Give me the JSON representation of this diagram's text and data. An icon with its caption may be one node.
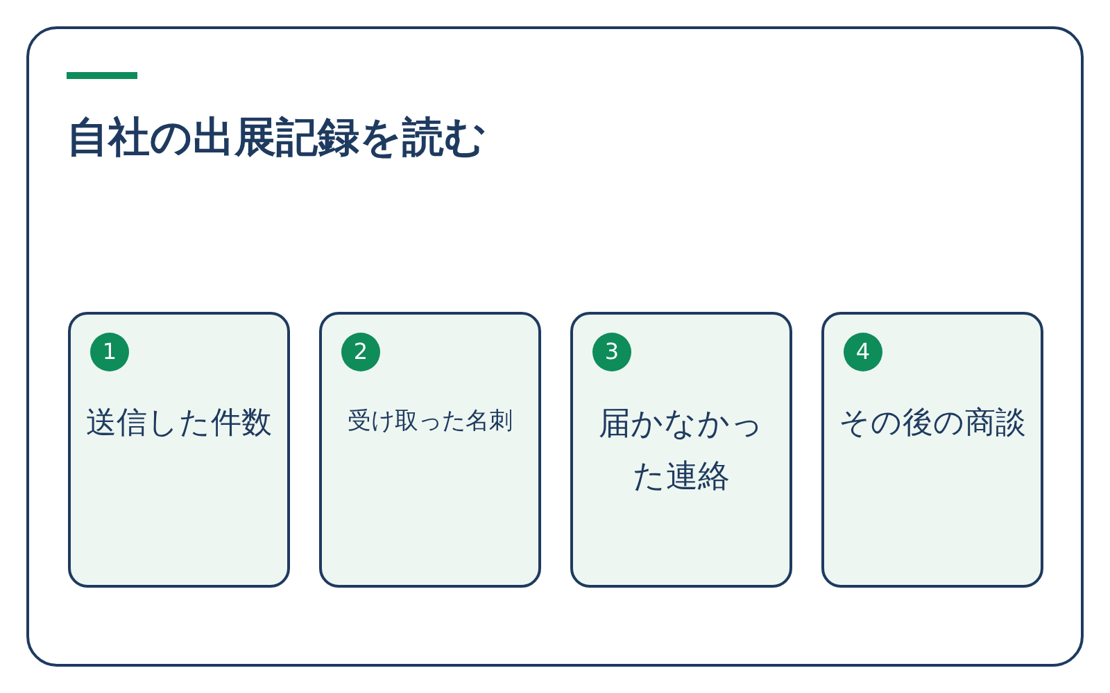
{
  "diagram": {
    "title": "自社の出展記録を読む",
    "nodes": [
      {
        "text": [
          "送信した件数"
        ]
      },
      {
        "text": [
          "1"
        ],
        "in": 0
      },
      {
        "text": [
          "受け取った名刺"
        ]
      },
      {
        "text": [
          "2"
        ],
        "in": 2
      },
      {
        "text": [
          "届かなかった連絡"
        ]
      },
      {
        "text": [
          "3"
        ],
        "in": 4
      },
      {
        "text": [
          "その後の商談"
        ]
      },
      {
        "text": [
          "4"
        ],
        "in": 6
      }
    ]
  }
}
